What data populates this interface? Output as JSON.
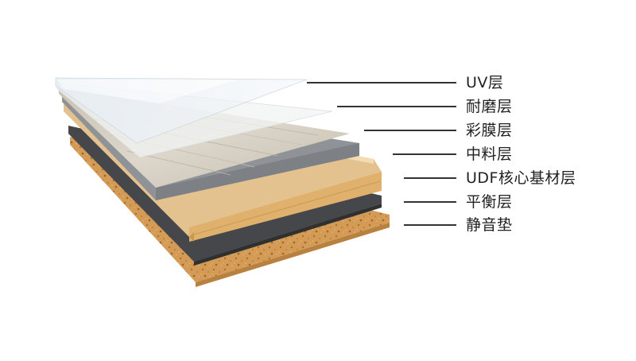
{
  "diagram": {
    "layers": [
      {
        "id": "uv",
        "label": "UV层",
        "color": "#dfe6ee"
      },
      {
        "id": "wear",
        "label": "耐磨层",
        "color": "#eef0f0"
      },
      {
        "id": "film",
        "label": "彩膜层",
        "color": "#d9d3c8"
      },
      {
        "id": "mid",
        "label": "中料层",
        "color": "#8d9196"
      },
      {
        "id": "udf",
        "label": "UDF核心基材层",
        "color": "#e2b67a"
      },
      {
        "id": "balance",
        "label": "平衡层",
        "color": "#444547"
      },
      {
        "id": "mute",
        "label": "静音垫",
        "color": "#d19a55"
      }
    ],
    "leader_color": "#333333"
  }
}
